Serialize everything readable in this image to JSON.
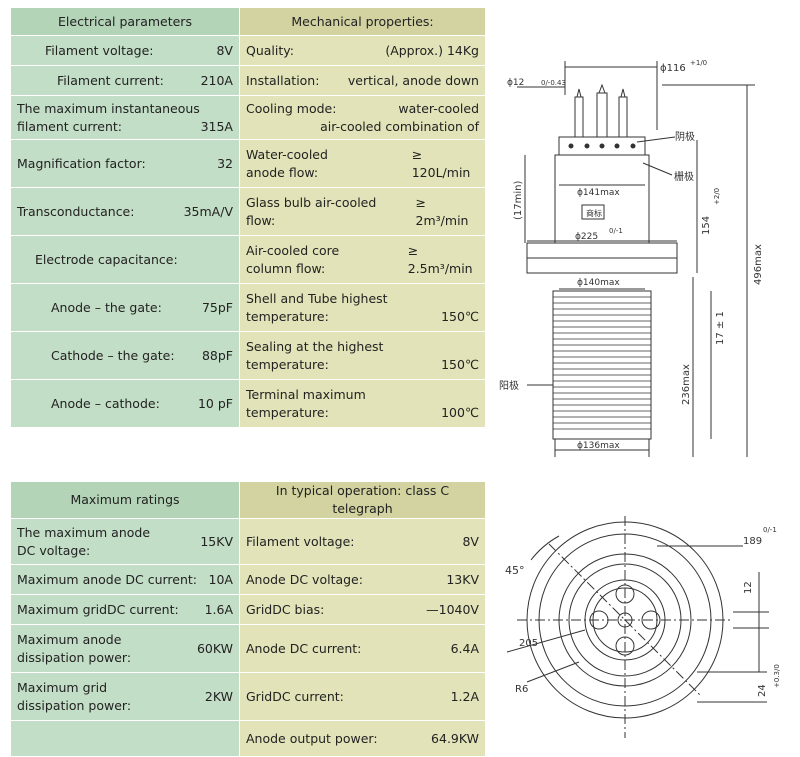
{
  "electrical": {
    "header": "Electrical parameters",
    "rows": [
      {
        "label": "Filament voltage:",
        "value": "8V"
      },
      {
        "label": "Filament current:",
        "value": "210A"
      },
      {
        "label": "The maximum instantaneous filament current:",
        "label1": "The maximum instantaneous",
        "label2": "filament current:",
        "value": "315A"
      },
      {
        "label": "Magnification factor:",
        "value": "32"
      },
      {
        "label": "Transconductance:",
        "value": "35mA/V"
      },
      {
        "label": "Electrode capacitance:",
        "value": ""
      },
      {
        "label": "Anode – the gate:",
        "value": "75pF"
      },
      {
        "label": "Cathode – the gate:",
        "value": "88pF"
      },
      {
        "label": "Anode – cathode:",
        "value": "10 pF"
      }
    ]
  },
  "mechanical": {
    "header": "Mechanical properties:",
    "rows": [
      {
        "label": "Quality:",
        "value": "(Approx.) 14Kg"
      },
      {
        "label": "Installation:",
        "value": "vertical, anode down"
      },
      {
        "label": "Cooling mode:",
        "value1": "water-cooled",
        "value2": "air-cooled combination of"
      },
      {
        "label1": "Water-cooled",
        "label2": "anode flow:",
        "value": "≥ 120L/min"
      },
      {
        "label1": "Glass bulb air-cooled",
        "label2": "flow:",
        "value": "≥ 2m³/min"
      },
      {
        "label1": "Air-cooled core",
        "label2": "column flow:",
        "value": "≥ 2.5m³/min"
      },
      {
        "label1": "Shell and Tube highest",
        "label2": "temperature:",
        "value": "150℃"
      },
      {
        "label1": "Sealing at the highest",
        "label2": "temperature:",
        "value": "150℃"
      },
      {
        "label1": "Terminal maximum",
        "label2": "temperature:",
        "value": "100℃"
      }
    ]
  },
  "ratings": {
    "header": "Maximum ratings",
    "rows": [
      {
        "label1": "The maximum anode",
        "label2": "DC voltage:",
        "value": "15KV"
      },
      {
        "label": "Maximum anode DC current:",
        "value": "10A"
      },
      {
        "label": "Maximum gridDC current:",
        "value": "1.6A"
      },
      {
        "label1": "Maximum anode",
        "label2": "dissipation power:",
        "value": "60KW"
      },
      {
        "label1": "Maximum grid",
        "label2": "dissipation power:",
        "value": "2KW"
      }
    ]
  },
  "typical": {
    "header": "In typical operation: class C telegraph",
    "rows": [
      {
        "label": "Filament voltage:",
        "value": "8V"
      },
      {
        "label": "Anode DC voltage:",
        "value": "13KV"
      },
      {
        "label": "GridDC bias:",
        "value": "—1040V"
      },
      {
        "label": "Anode DC current:",
        "value": "6.4A"
      },
      {
        "label": "GridDC current:",
        "value": "1.2A"
      },
      {
        "label": "Anode output power:",
        "value": "64.9KW"
      }
    ]
  },
  "drawing_side": {
    "d_top": "ϕ116",
    "d_top_tol": "+1/0",
    "d_pin": "ϕ12",
    "d_pin_tol": "0/-0.43",
    "d_141": "ϕ141max",
    "d_225": "ϕ225",
    "d_225_tol": "0/-1",
    "d_140": "ϕ140max",
    "d_136": "ϕ136max",
    "h_17min": "(17min)",
    "h_154": "154",
    "h_154_tol": "+2/0",
    "h_496": "496max",
    "h_17": "17 ± 1",
    "h_236": "236max",
    "lbl_cathode": "阴极",
    "lbl_grid": "栅极",
    "lbl_anode": "阳极",
    "lbl_brand": "商标"
  },
  "drawing_bottom": {
    "angle": "45°",
    "d_189": "189",
    "d_189_tol": "0/-1",
    "d_12": "12",
    "d_205": "205",
    "r6": "R6",
    "d_24": "24",
    "d_24_tol": "+0.3/0"
  }
}
